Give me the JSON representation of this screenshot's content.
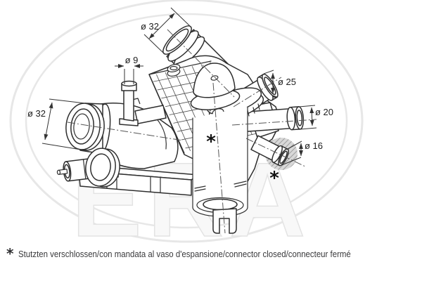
{
  "watermark": {
    "text": "ERA"
  },
  "dimensions": {
    "top_port": "ø 32",
    "bleed_screw": "ø 9",
    "left_port": "ø 32",
    "upper_right_port": "ø 25",
    "right_port": "ø 20",
    "closed_port": "ø 16"
  },
  "markers": {
    "body_asterisk": "*",
    "closed_port_asterisk": "*"
  },
  "note": {
    "marker": "*",
    "text": "Stutzten verschlossen/con mandata al vaso d'espansione/connector closed/connecteur fermé"
  },
  "colors": {
    "background": "#ffffff",
    "line": "#2e2e2e",
    "watermark": "#e7e7e7",
    "hatch_fill": "#d8d8d8",
    "hatch_line": "#8f8f8f"
  }
}
